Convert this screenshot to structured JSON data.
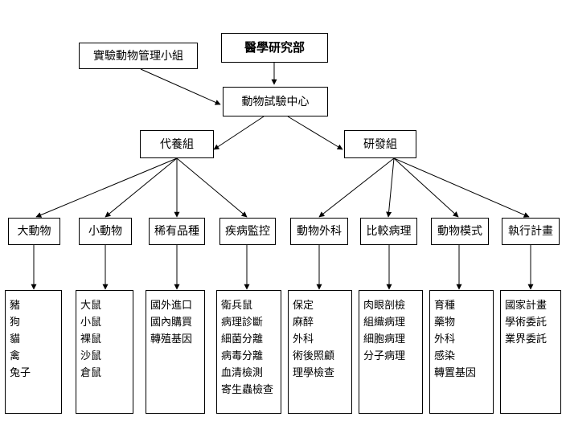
{
  "top": {
    "title": "醫學研究部",
    "committee": "實驗動物管理小組",
    "center": "動物試驗中心"
  },
  "groups": {
    "breeding": "代養組",
    "research": "研發組"
  },
  "units": [
    {
      "label": "大動物",
      "items": [
        "豬",
        "狗",
        "貓",
        "禽",
        "兔子"
      ]
    },
    {
      "label": "小動物",
      "items": [
        "大鼠",
        "小鼠",
        "裸鼠",
        "沙鼠",
        "倉鼠"
      ]
    },
    {
      "label": "稀有品種",
      "items": [
        "國外進口",
        "國內購買",
        "轉殖基因"
      ]
    },
    {
      "label": "疾病監控",
      "items": [
        "衛兵鼠",
        "病理診斷",
        "細菌分離",
        "病毒分離",
        "血清檢測",
        "寄生蟲檢查"
      ]
    },
    {
      "label": "動物外科",
      "items": [
        "保定",
        "麻醉",
        "外科",
        "術後照顧",
        "理學檢查"
      ]
    },
    {
      "label": "比較病理",
      "items": [
        "肉眼剖檢",
        "組織病理",
        "細胞病理",
        "分子病理"
      ]
    },
    {
      "label": "動物模式",
      "items": [
        "育種",
        "藥物",
        "外科",
        "感染",
        "轉置基因"
      ]
    },
    {
      "label": "執行計畫",
      "items": [
        "國家計畫",
        "學術委託",
        "業界委託"
      ]
    }
  ]
}
